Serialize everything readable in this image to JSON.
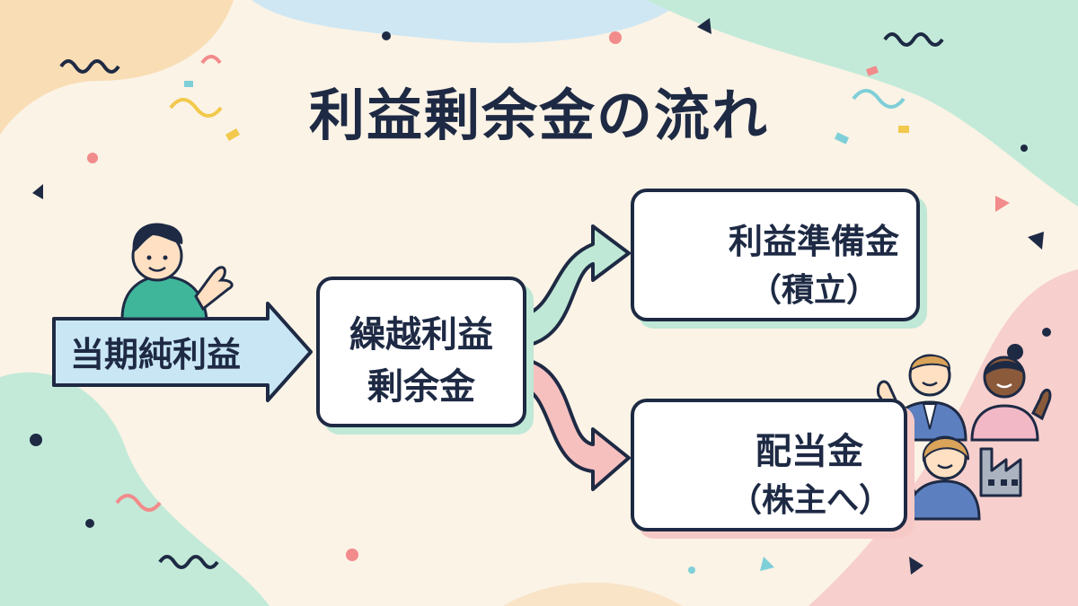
{
  "title": "利益剰余金の流れ",
  "source_label": "当期純利益",
  "center_box": {
    "line1": "繰越利益",
    "line2": "剰余金"
  },
  "top_box": {
    "line1": "利益準備金",
    "line2": "（積立）"
  },
  "bottom_box": {
    "line1": "配当金",
    "line2": "（株主へ）"
  },
  "colors": {
    "ink": "#1e2a44",
    "blue_arrow": "#c9e6f5",
    "mint_arrow": "#bfe8d6",
    "pink_arrow": "#f6c0bf",
    "background": "#fbf3e6"
  },
  "icons": [
    "person-pointing-icon",
    "arrow-up-icon",
    "coin-stack-icon",
    "hand-coins-icon",
    "shareholders-group-icon",
    "factory-icon"
  ]
}
